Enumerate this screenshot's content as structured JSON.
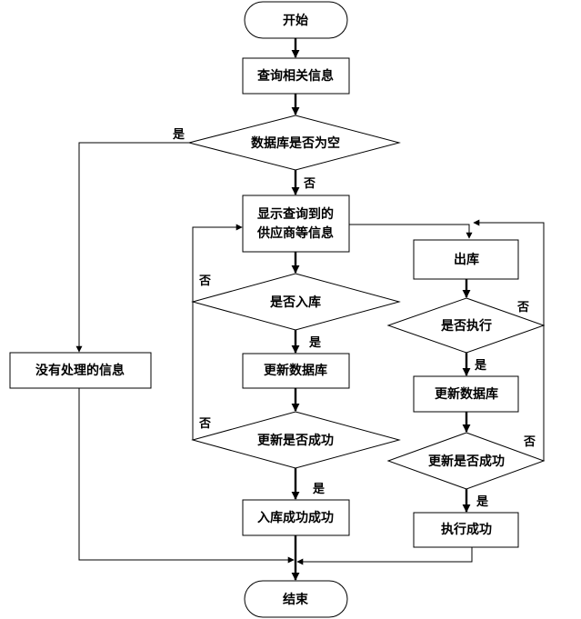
{
  "nodes": {
    "start": "开始",
    "query": "查询相关信息",
    "db_empty": "数据库是否为空",
    "show_line1": "显示查询到的",
    "show_line2": "供应商等信息",
    "no_info": "没有处理的信息",
    "is_inbound": "是否入库",
    "update_db_left": "更新数据库",
    "update_ok_left": "更新是否成功",
    "inbound_ok": "入库成功成功",
    "outbound": "出库",
    "is_execute": "是否执行",
    "update_db_right": "更新数据库",
    "update_ok_right": "更新是否成功",
    "execute_ok": "执行成功",
    "end": "结束"
  },
  "edges": {
    "yes_db_empty": "是",
    "no_db_empty": "否",
    "no_inbound": "否",
    "yes_inbound": "是",
    "no_update_left": "否",
    "yes_update_left": "是",
    "no_execute": "否",
    "yes_execute": "是",
    "no_update_right": "否",
    "yes_update_right": "是"
  }
}
